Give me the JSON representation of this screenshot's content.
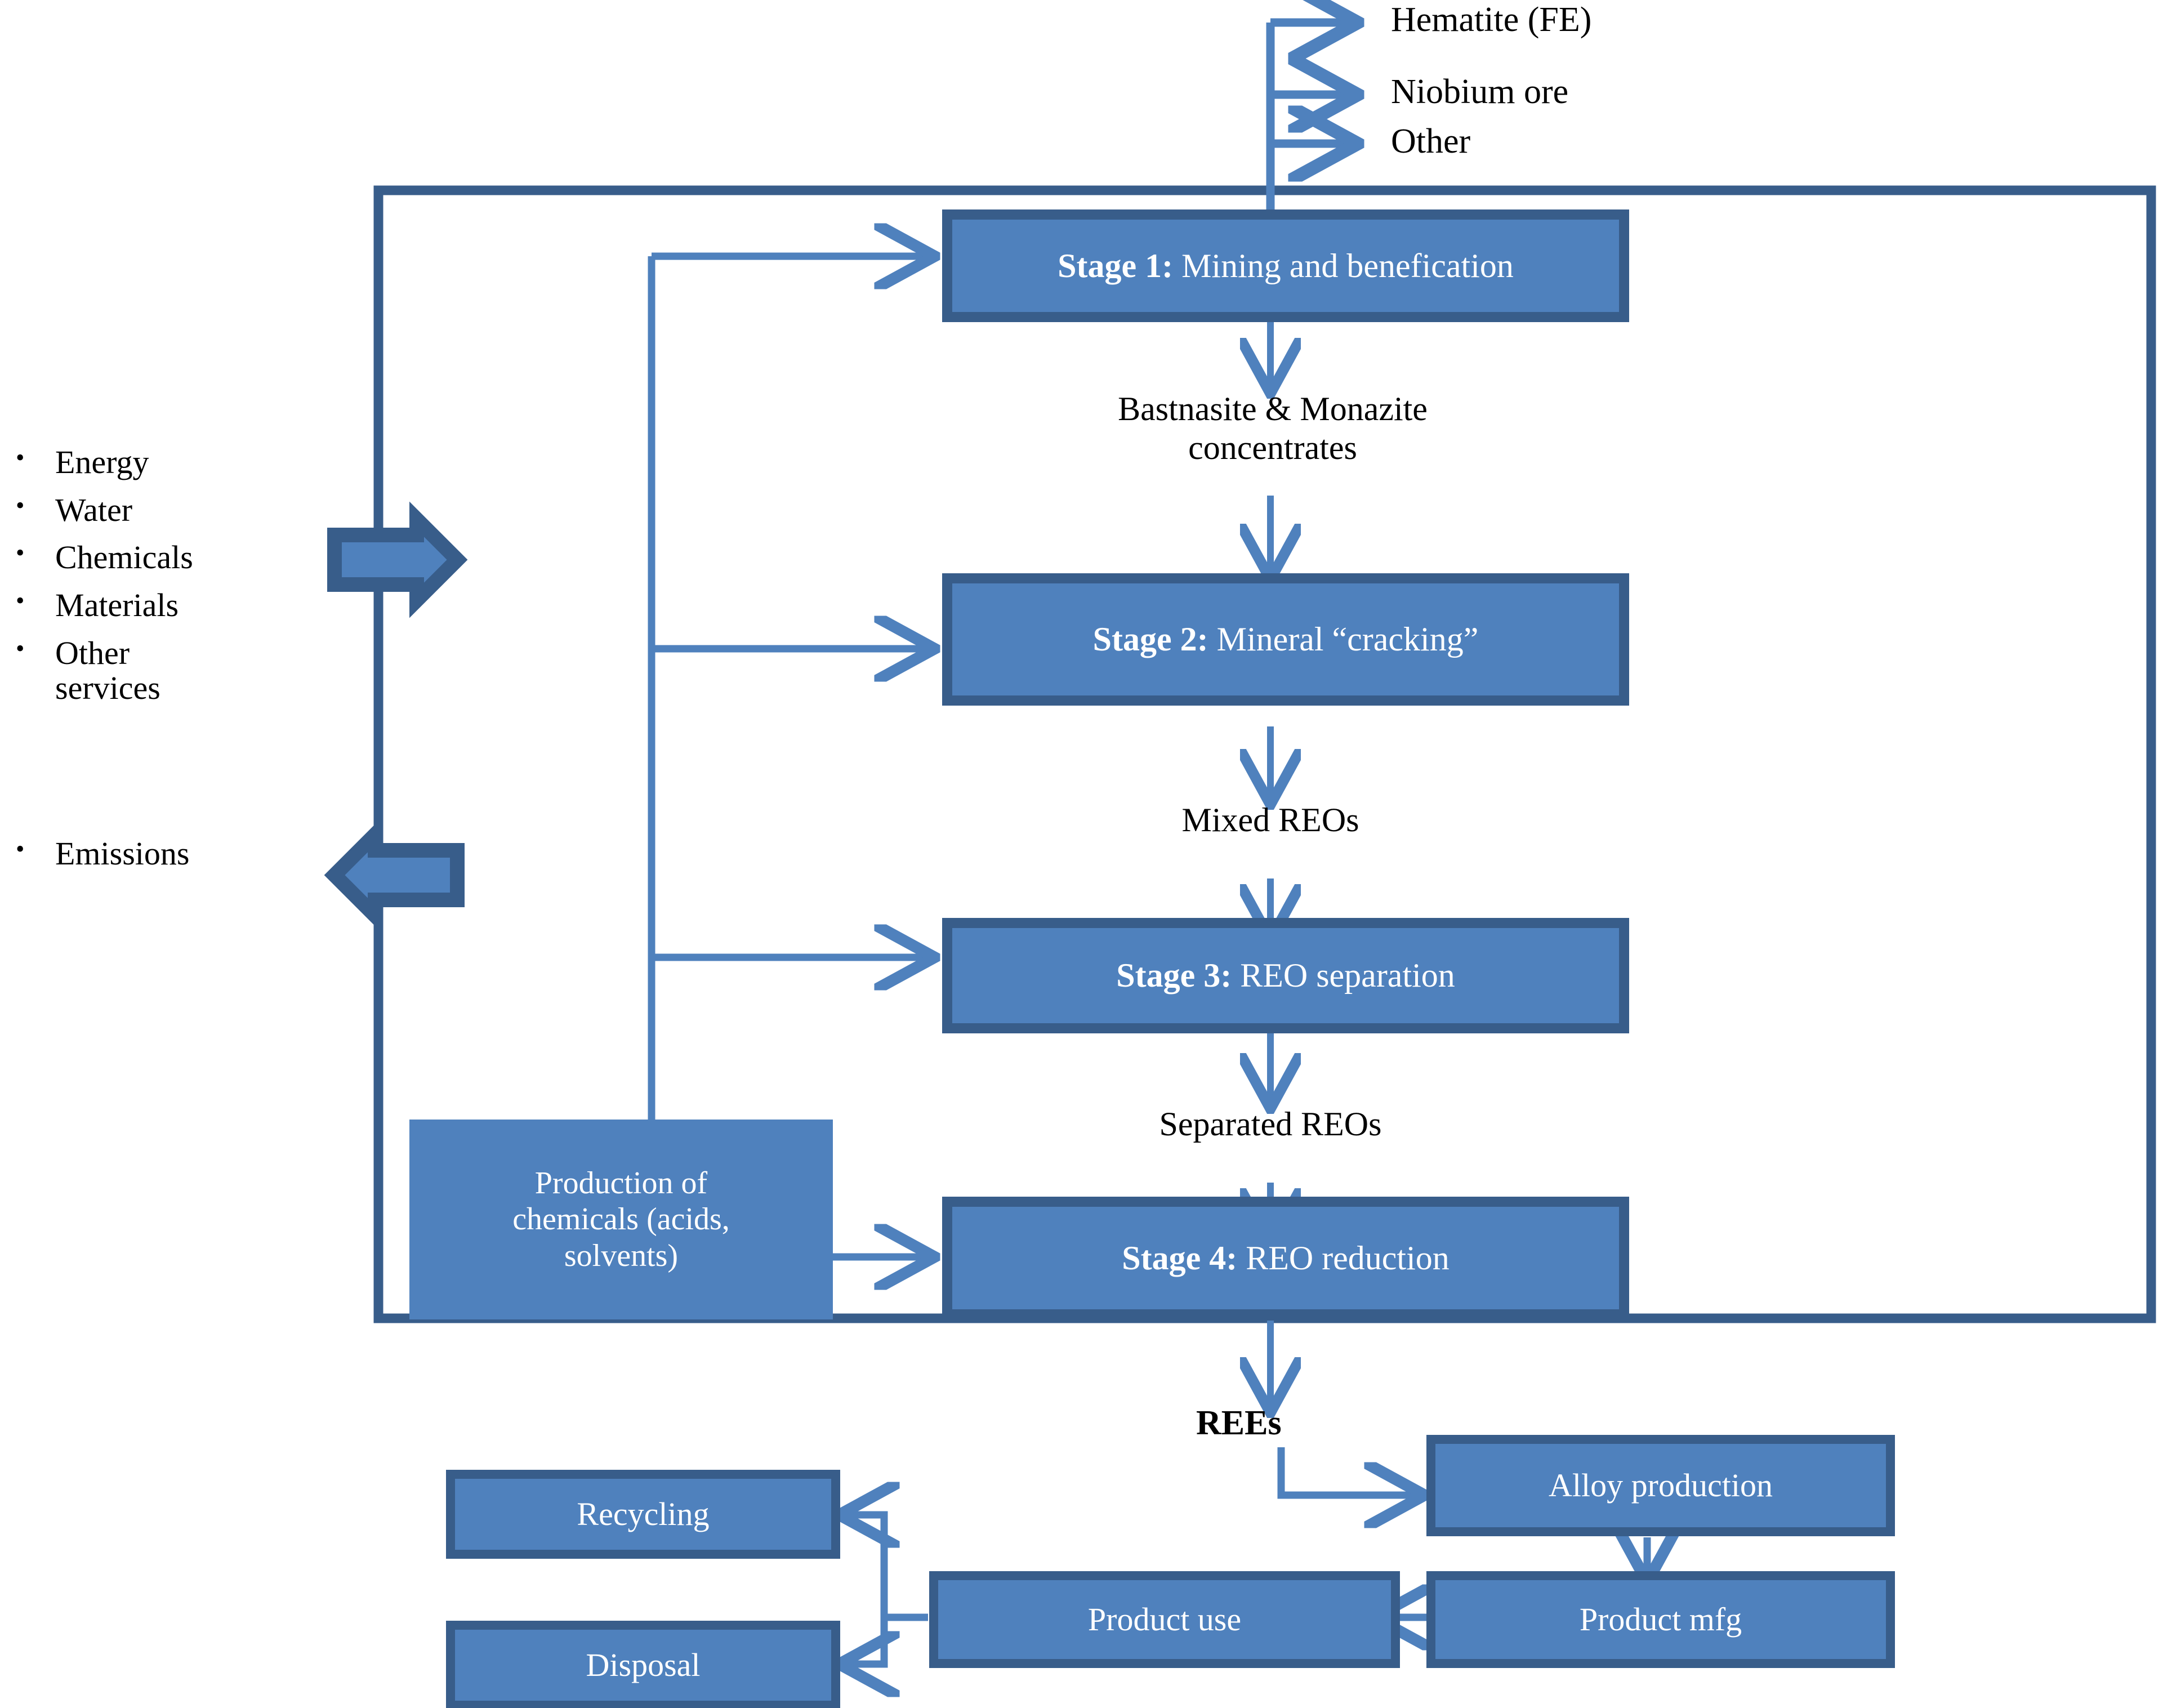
{
  "diagram": {
    "title": "Rare earth element life cycle system diagram",
    "colors": {
      "box_fill": "#4F81BD",
      "box_border": "#385D8A",
      "arrow_thin": "#4F81BD",
      "boundary": "#385D8A",
      "text_on_box": "#FFFFFF",
      "text_plain": "#000000"
    }
  },
  "byproducts": {
    "items": [
      {
        "label": "Hematite (FE)"
      },
      {
        "label": "Niobium ore"
      },
      {
        "label": "Other"
      }
    ]
  },
  "inputs": {
    "items": [
      {
        "label": "Energy"
      },
      {
        "label": "Water"
      },
      {
        "label": "Chemicals"
      },
      {
        "label": "Materials"
      },
      {
        "label": "Other services"
      }
    ],
    "bullet_glyph": "•"
  },
  "outputs": {
    "items": [
      {
        "label": "Emissions"
      }
    ],
    "bullet_glyph": "•"
  },
  "stages": [
    {
      "id": "stage1",
      "prefix": "Stage 1:",
      "label": " Mining and benefication"
    },
    {
      "id": "stage2",
      "prefix": "Stage 2:",
      "label": " Mineral “cracking”"
    },
    {
      "id": "stage3",
      "prefix": "Stage 3:",
      "label": " REO separation"
    },
    {
      "id": "stage4",
      "prefix": "Stage 4:",
      "label": " REO reduction"
    }
  ],
  "flow_labels": {
    "after_stage1_line1": "Bastnasite & Monazite",
    "after_stage1_line2": "concentrates",
    "after_stage2": "Mixed REOs",
    "after_stage3": "Separated REOs",
    "after_stage4": "REEs"
  },
  "support": {
    "chemicals_line1": "Production of",
    "chemicals_line2": "chemicals (acids,",
    "chemicals_line3": "solvents)"
  },
  "downstream": [
    {
      "id": "alloy",
      "label": "Alloy production"
    },
    {
      "id": "product_mfg",
      "label": "Product mfg"
    },
    {
      "id": "product_use",
      "label": "Product use"
    },
    {
      "id": "recycling",
      "label": "Recycling"
    },
    {
      "id": "disposal",
      "label": "Disposal"
    }
  ]
}
